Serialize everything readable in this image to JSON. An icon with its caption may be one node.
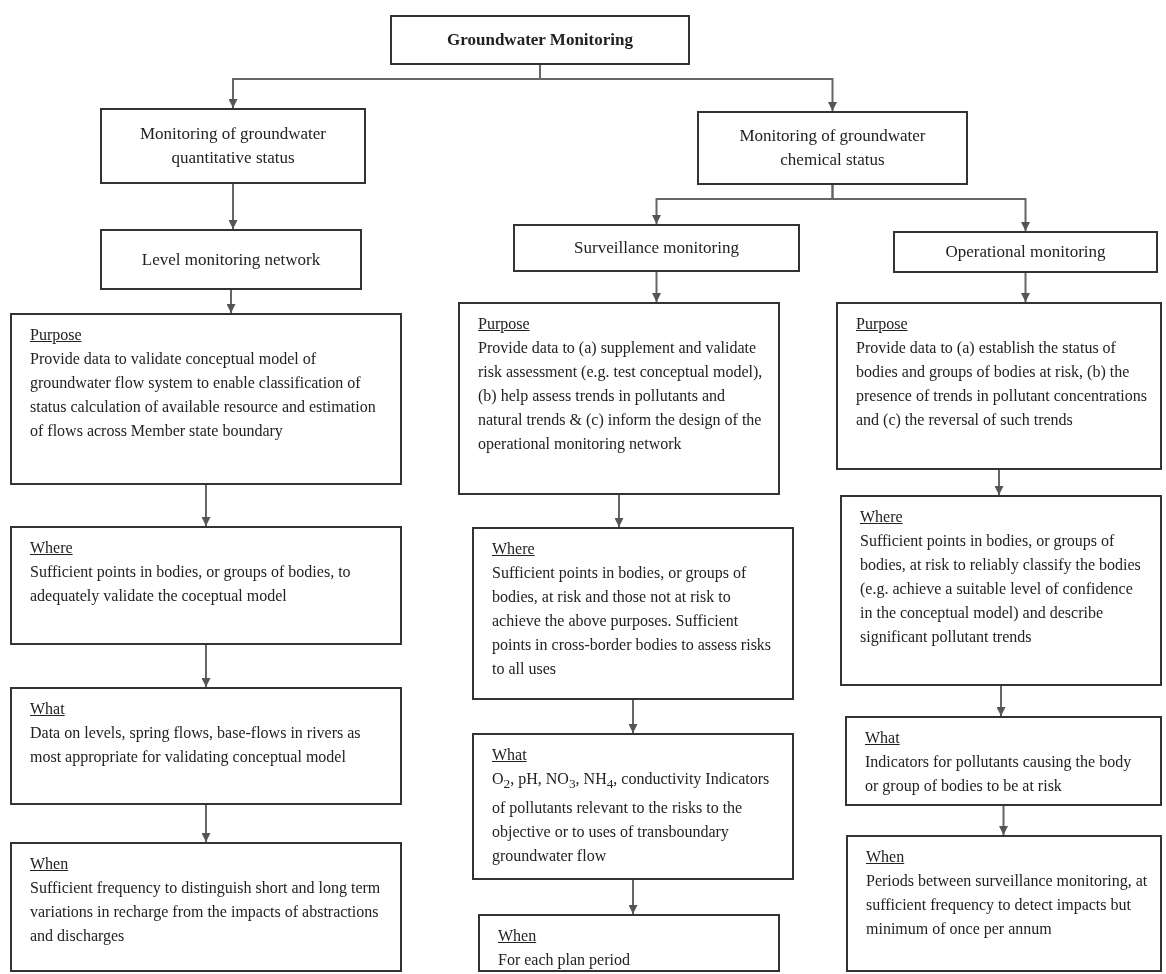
{
  "diagram": {
    "nodes": [
      {
        "text": [
          "Groundwater Monitoring"
        ]
      },
      {
        "text": [
          "Monitoring of groundwater quantitative status"
        ]
      },
      {
        "text": [
          "Monitoring of groundwater chemical status"
        ]
      },
      {
        "text": [
          "Level monitoring network"
        ]
      },
      {
        "text": [
          "Surveillance monitoring"
        ]
      },
      {
        "text": [
          "Operational monitoring"
        ]
      },
      {
        "text": [
          "Purpose",
          "Provide data to validate conceptual model of groundwater flow system to enable classification of status calculation of available resource and estimation of flows across Member state boundary"
        ]
      },
      {
        "text": [
          "Where",
          "Sufficient points in bodies, or groups of bodies, to adequately validate the coceptual model"
        ]
      },
      {
        "text": [
          "What",
          "Data on levels, spring flows, base-flows in rivers as most appropriate for validating conceptual model"
        ]
      },
      {
        "text": [
          "When",
          "Sufficient frequency to distinguish short and long term variations in recharge from the impacts of abstractions and discharges"
        ]
      },
      {
        "text": [
          "Purpose",
          "Provide data to (a) supplement and validate risk assessment (e.g. test conceptual model), (b) help assess trends in pollutants and natural trends & (c) inform the design of the operational monitoring network"
        ]
      },
      {
        "text": [
          "Where",
          "Sufficient points in bodies, or groups of bodies, at risk and those not at risk to achieve the above purposes. Sufficient points in cross-border bodies to assess risks to all uses"
        ]
      },
      {
        "text": [
          "What",
          "O$_{2}$, pH, NO$_{3}$, NH$_{4}$, conductivity Indicators of pollutants relevant to the risks to the objective or to uses of transboundary groundwater flow"
        ]
      },
      {
        "text": [
          "When",
          "For each plan period"
        ]
      },
      {
        "text": [
          "Purpose",
          "Provide data to (a) establish the status of bodies and groups of bodies at risk, (b) the presence of trends in pollutant concentrations and (c) the reversal of such trends"
        ]
      },
      {
        "text": [
          "Where",
          "Sufficient points in bodies, or groups of bodies, at risk to reliably classify the bodies (e.g. achieve a suitable level of confidence in the conceptual model) and describe significant pollutant trends"
        ]
      },
      {
        "text": [
          "What",
          "Indicators for pollutants causing the body or group of bodies to be at risk"
        ]
      },
      {
        "text": [
          "When",
          "Periods between surveillance monitoring, at sufficient frequency to detect impacts but minimum of once per annum"
        ]
      }
    ],
    "edges": [
      {
        "from": 0,
        "to": 1,
        "arrow": "to"
      },
      {
        "from": 0,
        "to": 2,
        "arrow": "to"
      },
      {
        "from": 1,
        "to": 3,
        "arrow": "to"
      },
      {
        "from": 2,
        "to": 4,
        "arrow": "to"
      },
      {
        "from": 2,
        "to": 5,
        "arrow": "to"
      },
      {
        "from": 3,
        "to": 6,
        "arrow": "to"
      },
      {
        "from": 6,
        "to": 7,
        "arrow": "to"
      },
      {
        "from": 7,
        "to": 8,
        "arrow": "to"
      },
      {
        "from": 8,
        "to": 9,
        "arrow": "to"
      },
      {
        "from": 4,
        "to": 10,
        "arrow": "to"
      },
      {
        "from": 10,
        "to": 11,
        "arrow": "to"
      },
      {
        "from": 11,
        "to": 12,
        "arrow": "to"
      },
      {
        "from": 12,
        "to": 13,
        "arrow": "to"
      },
      {
        "from": 5,
        "to": 14,
        "arrow": "to"
      },
      {
        "from": 14,
        "to": 15,
        "arrow": "to"
      },
      {
        "from": 15,
        "to": 16,
        "arrow": "to"
      },
      {
        "from": 16,
        "to": 17,
        "arrow": "to"
      }
    ]
  }
}
